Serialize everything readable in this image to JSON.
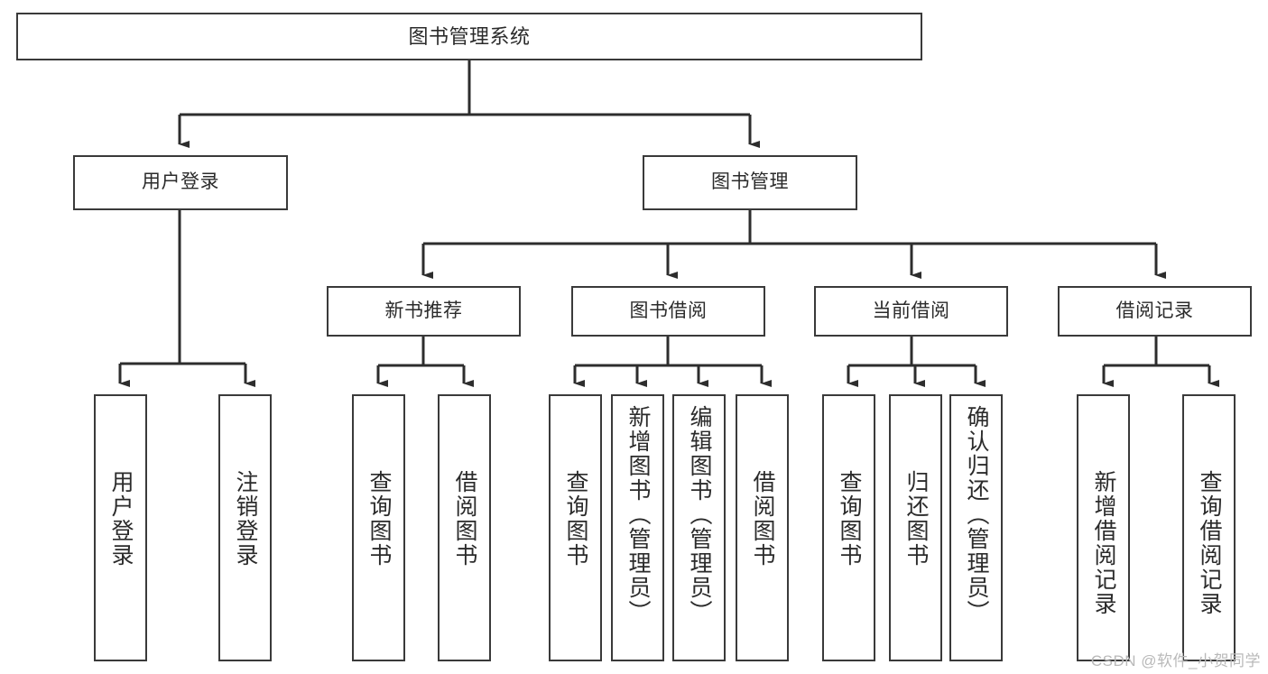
{
  "diagram": {
    "title": "图书管理系统",
    "type": "tree-hierarchy-chart",
    "root": {
      "label": "图书管理系统"
    },
    "level2": [
      {
        "label": "用户登录"
      },
      {
        "label": "图书管理"
      }
    ],
    "level3": [
      {
        "label": "新书推荐"
      },
      {
        "label": "图书借阅"
      },
      {
        "label": "当前借阅"
      },
      {
        "label": "借阅记录"
      }
    ],
    "leaves": {
      "user_login": [
        {
          "label": "用户登录"
        },
        {
          "label": "注销登录"
        }
      ],
      "new_book_recommend": [
        {
          "label": "查询图书"
        },
        {
          "label": "借阅图书"
        }
      ],
      "book_borrow": [
        {
          "label": "查询图书"
        },
        {
          "label": "新增图书（管理员）"
        },
        {
          "label": "编辑图书（管理员）"
        },
        {
          "label": "借阅图书"
        }
      ],
      "current_borrow": [
        {
          "label": "查询图书"
        },
        {
          "label": "归还图书"
        },
        {
          "label": "确认归还（管理员）"
        }
      ],
      "borrow_record": [
        {
          "label": "新增借阅记录"
        },
        {
          "label": "查询借阅记录"
        }
      ]
    },
    "watermark": "CSDN @软件_小贺同学",
    "colors": {
      "box_border": "#3a3a3a",
      "box_fill": "#ffffff",
      "text": "#2b2b2b",
      "connector": "#2d2d2d",
      "watermark": "#b9b9b9"
    }
  }
}
